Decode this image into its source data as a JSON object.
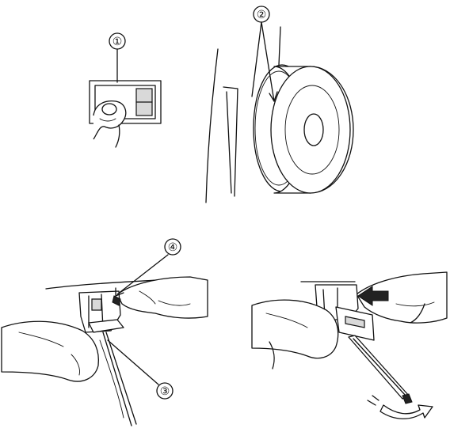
{
  "callouts": [
    {
      "id": "1",
      "label": "①"
    },
    {
      "id": "2",
      "label": "②"
    },
    {
      "id": "3",
      "label": "③"
    },
    {
      "id": "4",
      "label": "④"
    }
  ],
  "icons": [
    "power-switch-icon",
    "handwheel-icon",
    "presser-foot-icon",
    "needle-screwdriver-icon",
    "rotation-arrow-icon"
  ]
}
